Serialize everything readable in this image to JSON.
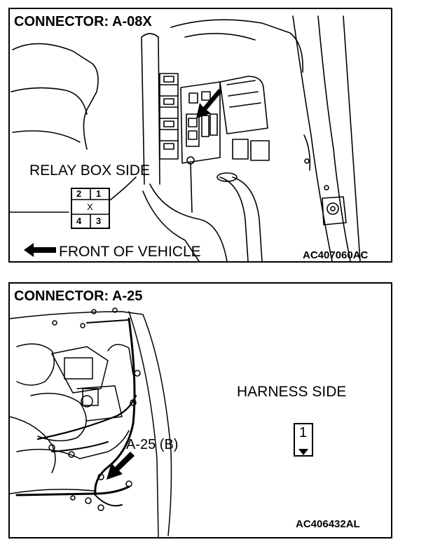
{
  "top_panel": {
    "title": "CONNECTOR: A-08X",
    "side_label": "RELAY BOX SIDE",
    "front_label": "FRONT OF VEHICLE",
    "figure_code": "AC407060AC",
    "connector_pins": [
      "2",
      "1",
      "X",
      "4",
      "3"
    ]
  },
  "bottom_panel": {
    "title": "CONNECTOR: A-25",
    "side_label": "HARNESS SIDE",
    "callout": "A-25 (B)",
    "figure_code": "AC406432AL",
    "connector_pin": "1"
  }
}
